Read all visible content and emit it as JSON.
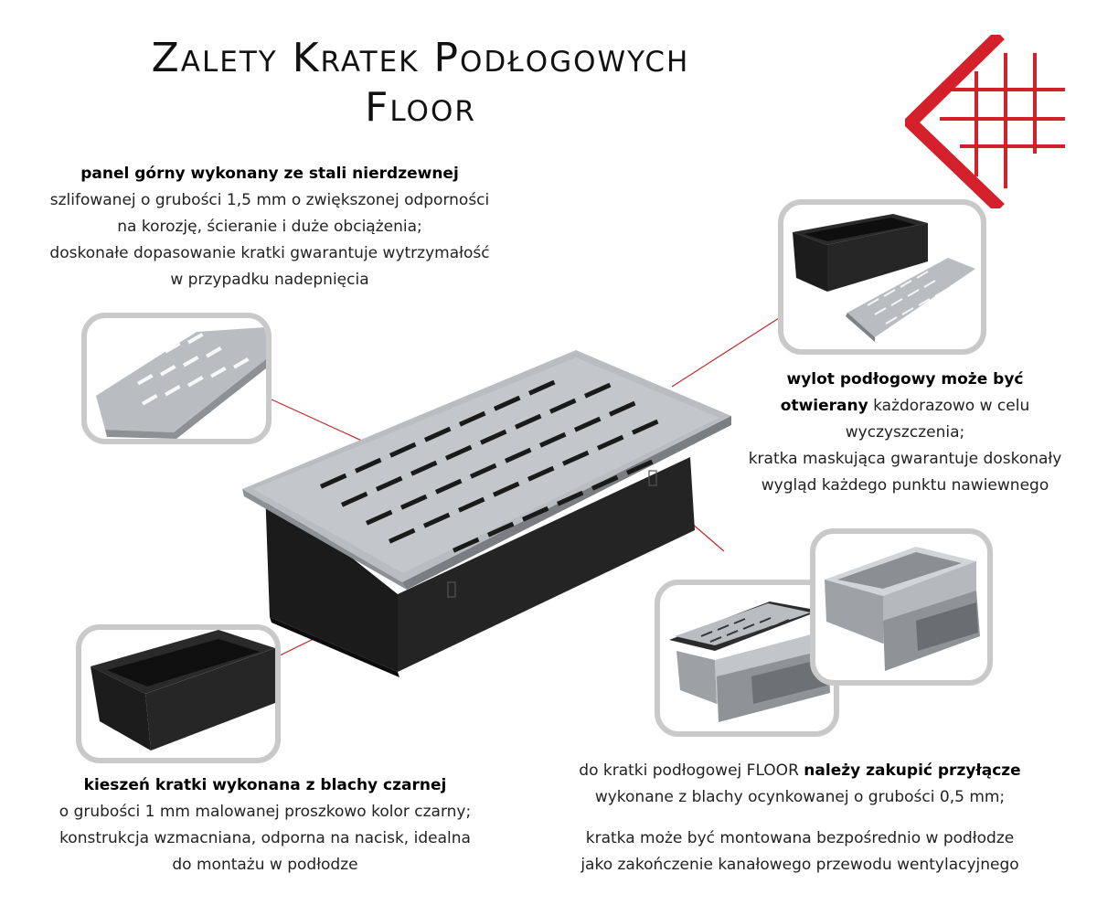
{
  "title": {
    "line1": "Zalety Kratek Podłogowych",
    "line2": "Floor"
  },
  "panel_top": {
    "bold": "panel górny wykonany ze stali nierdzewnej",
    "lines": [
      "szlifowanej o grubości 1,5 mm o zwiększonej odporności",
      "na korozję, ścieranie i duże obciążenia;",
      "doskonałe dopasowanie kratki gwarantuje wytrzymałość",
      "w przypadku nadepnięcia"
    ]
  },
  "outlet": {
    "bold1": "wylot podłogowy może być",
    "bold2": "otwierany",
    "rest2": " każdorazowo w celu",
    "lines": [
      "wyczyszczenia;",
      "kratka maskująca gwarantuje doskonały",
      "wygląd każdego punktu nawiewnego"
    ]
  },
  "pocket": {
    "bold": "kieszeń kratki wykonana z blachy czarnej",
    "lines": [
      "o grubości 1 mm malowanej proszkowo kolor czarny;",
      "konstrukcja wzmacniana, odporna na nacisk, idealna",
      "do montażu w podłodze"
    ]
  },
  "connector": {
    "pre": "do kratki podłogowej FLOOR ",
    "bold": "należy zakupić przyłącze",
    "line2": "wykonane z blachy ocynkowanej o grubości 0,5 mm;",
    "line3": "kratka może być montowana bezpośrednio w podłodze",
    "line4": "jako zakończenie kanałowego przewodu wentylacyjnego"
  },
  "colors": {
    "accent": "#d4202a",
    "frame": "#c9c9c9",
    "steel": "#b9bcc0",
    "black": "#1c1c1c"
  },
  "icons": {
    "logo": "red-corner-grid-logo"
  }
}
